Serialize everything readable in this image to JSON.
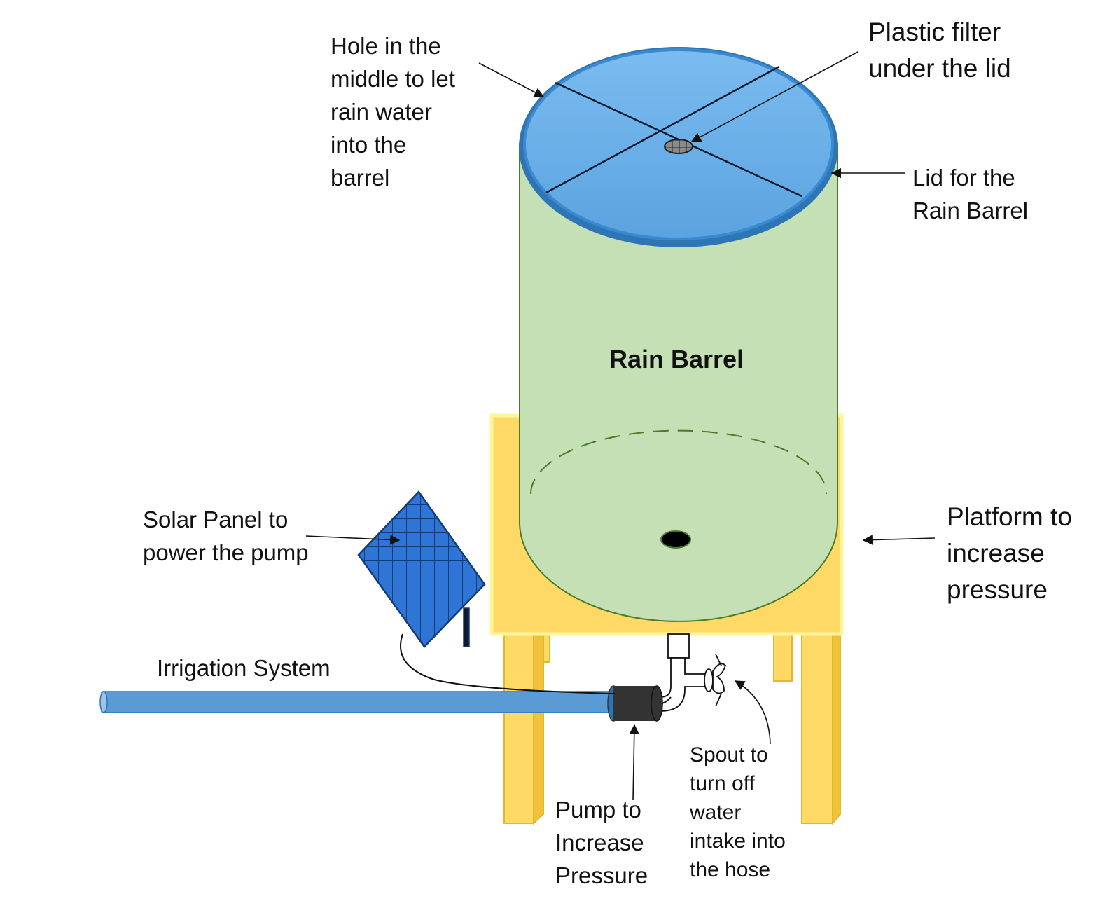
{
  "labels": {
    "hole": [
      "Hole in the",
      "middle to let",
      "rain water",
      "into the",
      "barrel"
    ],
    "filter": [
      "Plastic filter",
      "under the lid"
    ],
    "lid": [
      "Lid for the",
      "Rain Barrel"
    ],
    "barrel": "Rain Barrel",
    "solar": [
      "Solar Panel to",
      "power the pump"
    ],
    "platform": [
      "Platform to",
      "increase",
      "pressure"
    ],
    "irrigation": "Irrigation System",
    "pump": [
      "Pump to",
      "Increase",
      "Pressure"
    ],
    "spout": [
      "Spout to",
      "turn off",
      "water",
      "intake into",
      "the hose"
    ]
  },
  "colors": {
    "barrel_fill": "#c5e0b4",
    "barrel_stroke": "#4a7a2a",
    "lid_fill": "#5ba3e0",
    "lid_rim": "#2e75b6",
    "platform_fill": "#ffd966",
    "platform_edge": "#fff59d",
    "solar_fill": "#2e75d6",
    "hose_fill": "#5b9bd5",
    "pump_fill": "#333333"
  },
  "icons": {
    "filter": "mesh-filter-icon",
    "solar": "solar-panel-icon",
    "pump": "pump-icon",
    "spout": "faucet-icon"
  }
}
